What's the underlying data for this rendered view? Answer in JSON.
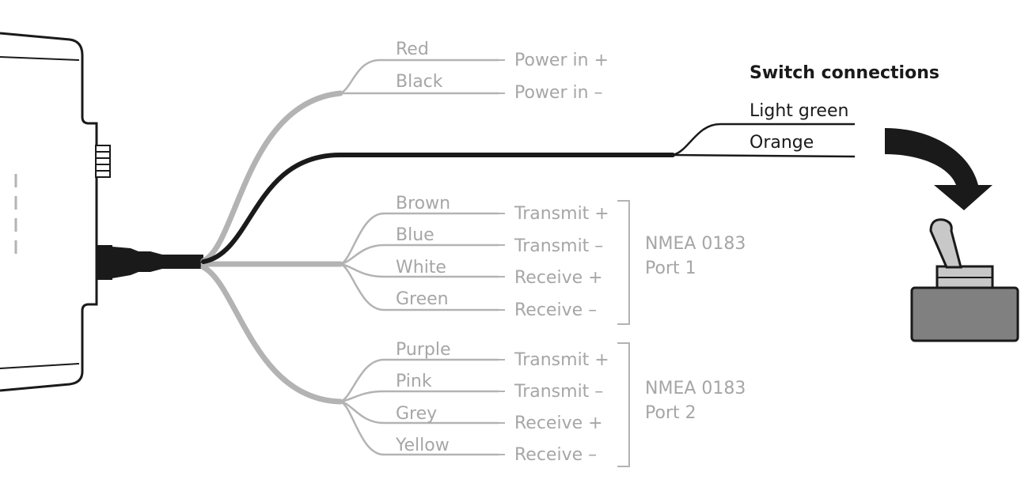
{
  "colors": {
    "grey_wire": "#b3b3b3",
    "grey_text": "#a6a6a6",
    "black_wire": "#1a1a1a",
    "switch_body": "#808080",
    "switch_lever": "#c8c8c8"
  },
  "power": {
    "wires": [
      {
        "color_name": "Red",
        "function": "Power in +"
      },
      {
        "color_name": "Black",
        "function": "Power in –"
      }
    ]
  },
  "switch": {
    "title": "Switch connections",
    "wires": [
      {
        "color_name": "Light green"
      },
      {
        "color_name": "Orange"
      }
    ],
    "arrow_icon": "curved-arrow-down-icon",
    "switch_icon": "toggle-switch-icon"
  },
  "port1": {
    "label_line1": "NMEA 0183",
    "label_line2": "Port 1",
    "wires": [
      {
        "color_name": "Brown",
        "function": "Transmit +"
      },
      {
        "color_name": "Blue",
        "function": "Transmit –"
      },
      {
        "color_name": "White",
        "function": "Receive +"
      },
      {
        "color_name": "Green",
        "function": "Receive –"
      }
    ]
  },
  "port2": {
    "label_line1": "NMEA 0183",
    "label_line2": "Port 2",
    "wires": [
      {
        "color_name": "Purple",
        "function": "Transmit +"
      },
      {
        "color_name": "Pink",
        "function": "Transmit –"
      },
      {
        "color_name": "Grey",
        "function": "Receive +"
      },
      {
        "color_name": "Yellow",
        "function": "Receive –"
      }
    ]
  }
}
